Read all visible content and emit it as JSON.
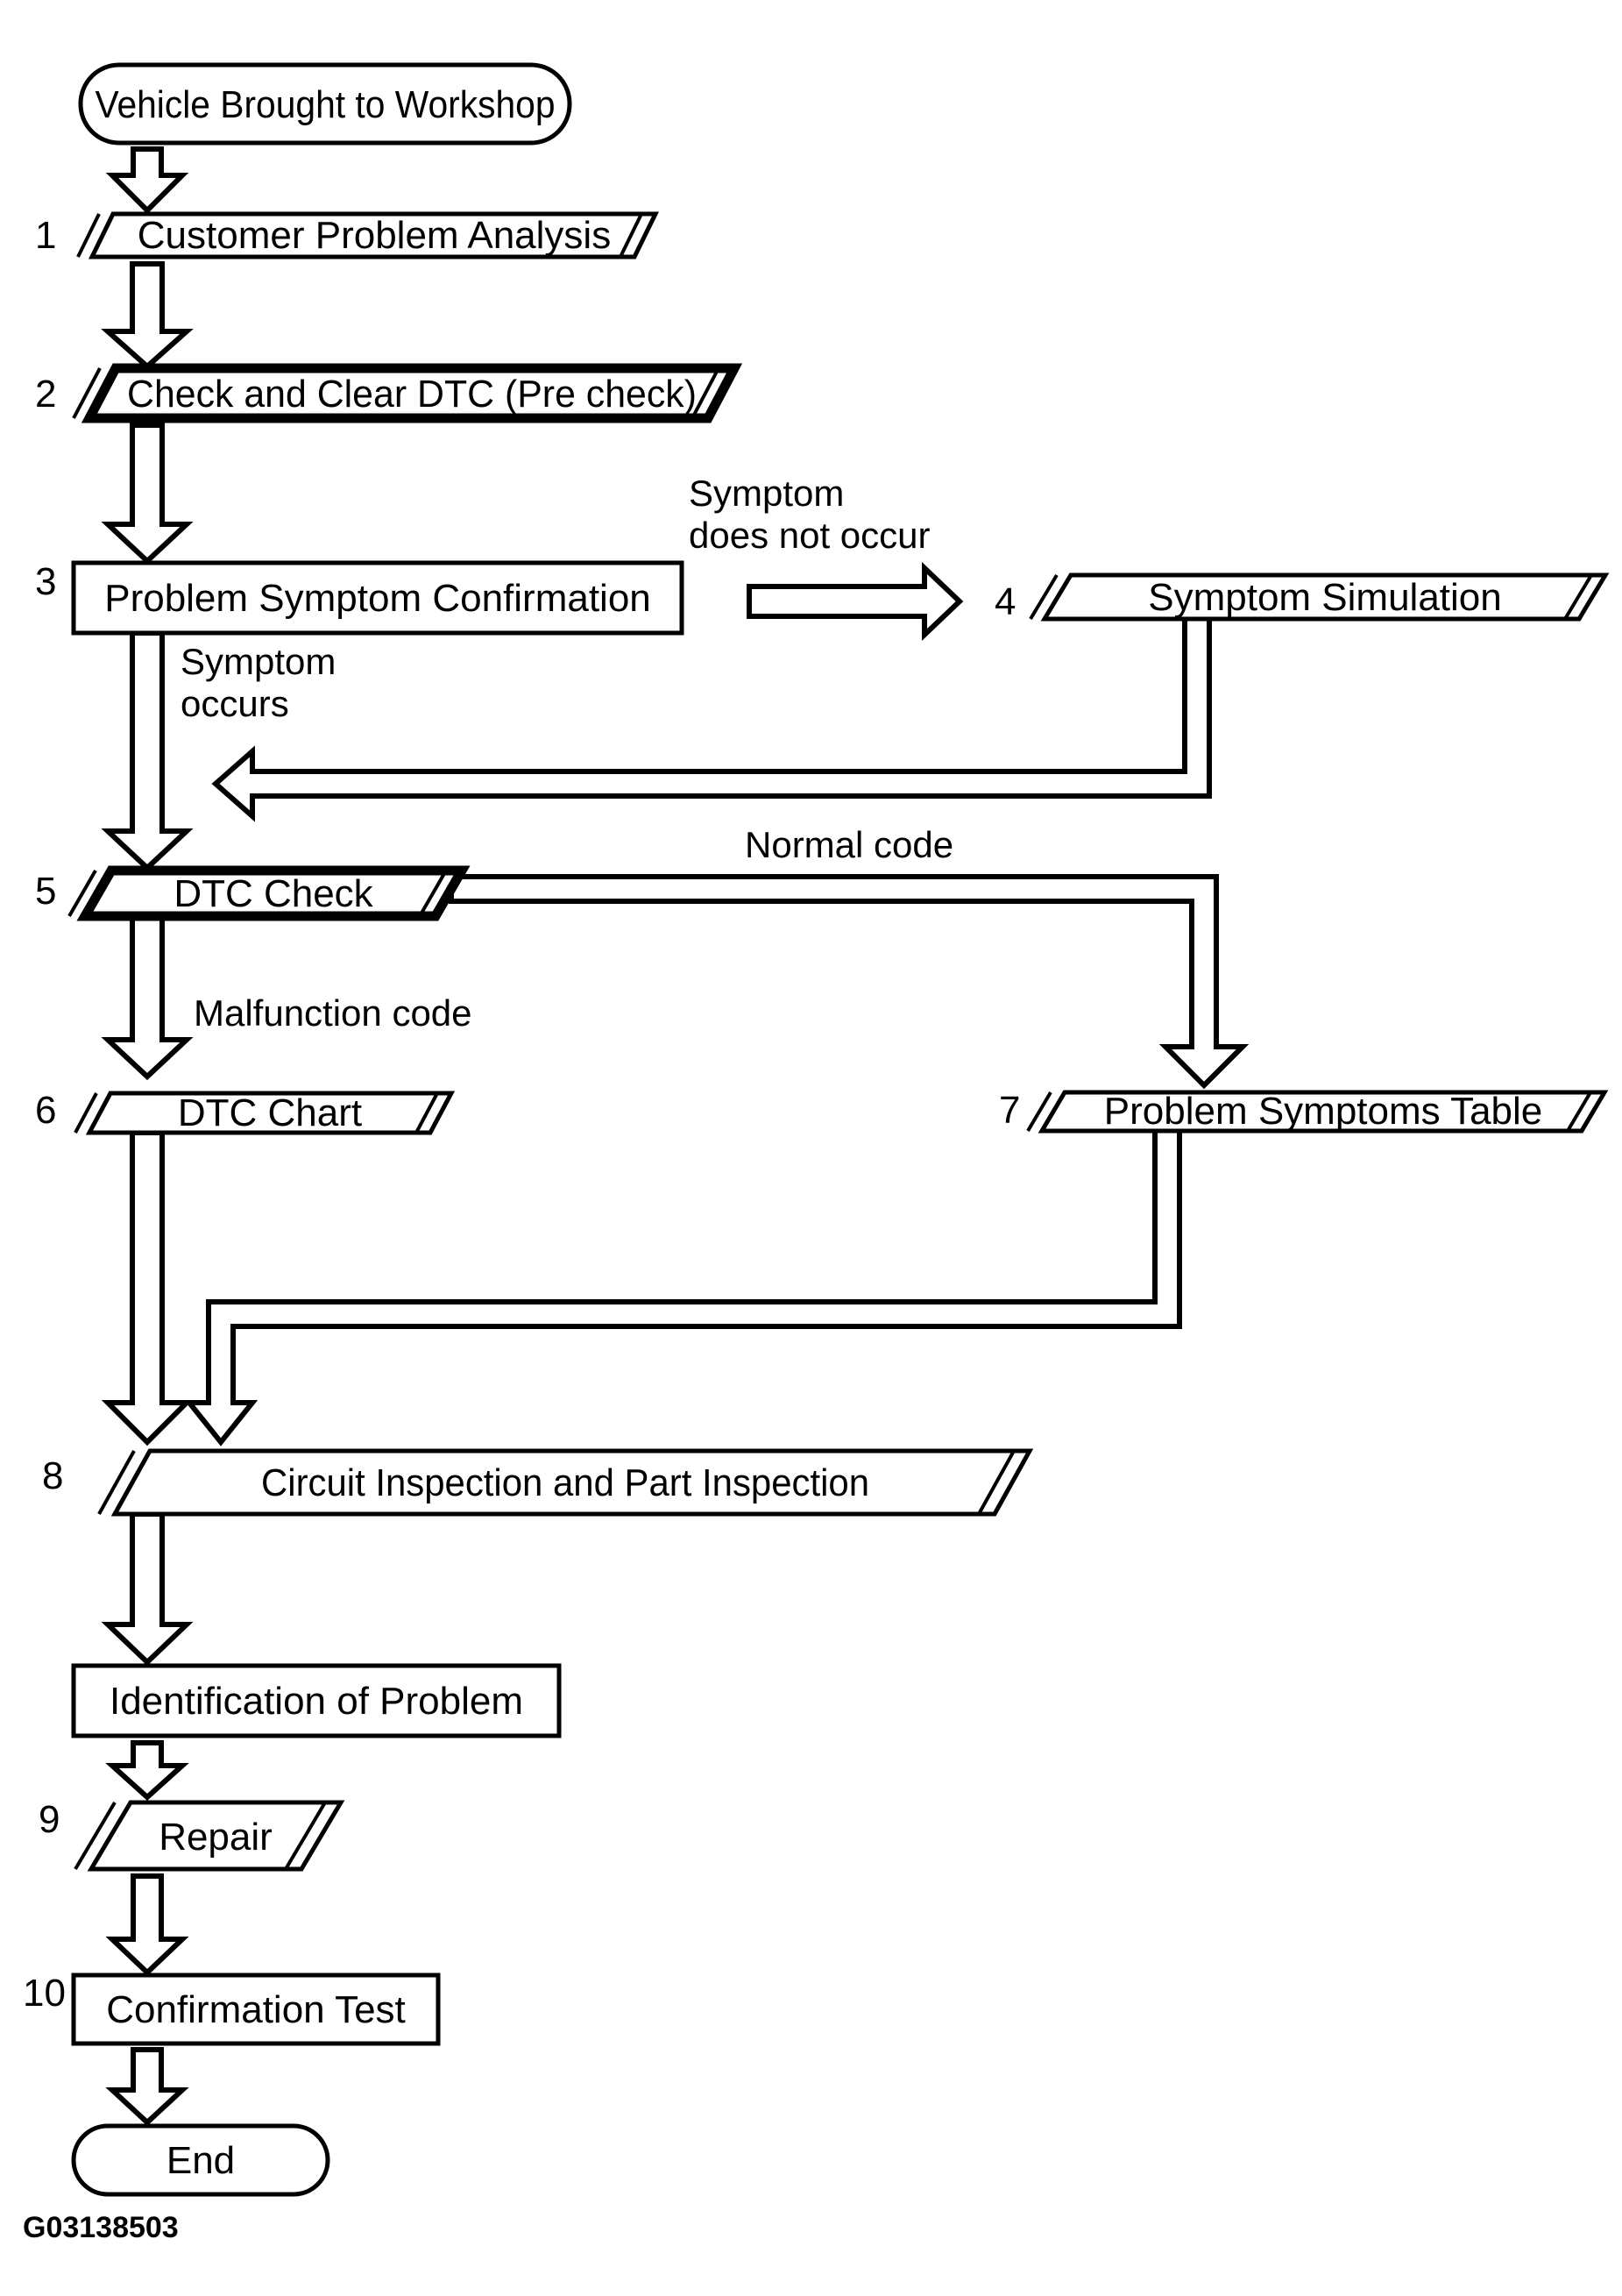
{
  "flowchart": {
    "start": {
      "label": "Vehicle Brought to Workshop"
    },
    "steps": [
      {
        "num": "1",
        "label": "Customer Problem Analysis"
      },
      {
        "num": "2",
        "label": "Check and Clear DTC (Pre check)"
      },
      {
        "num": "3",
        "label": "Problem Symptom Confirmation"
      },
      {
        "num": "4",
        "label": "Symptom Simulation"
      },
      {
        "num": "5",
        "label": "DTC Check"
      },
      {
        "num": "6",
        "label": "DTC Chart"
      },
      {
        "num": "7",
        "label": "Problem Symptoms Table"
      },
      {
        "num": "8",
        "label": "Circuit Inspection and Part Inspection"
      },
      {
        "num": "9",
        "label": "Repair"
      },
      {
        "num": "10",
        "label": "Confirmation Test"
      }
    ],
    "identification": {
      "label": "Identification of Problem"
    },
    "end": {
      "label": "End"
    },
    "edge_labels": {
      "symptom_does_not_occur": {
        "line1": "Symptom",
        "line2": "does not occur"
      },
      "symptom_occurs": {
        "line1": "Symptom",
        "line2": "occurs"
      },
      "normal_code": "Normal code",
      "malfunction_code": "Malfunction code"
    },
    "caption": "G03138503",
    "colors": {
      "ink": "#000000",
      "background": "#ffffff"
    }
  }
}
